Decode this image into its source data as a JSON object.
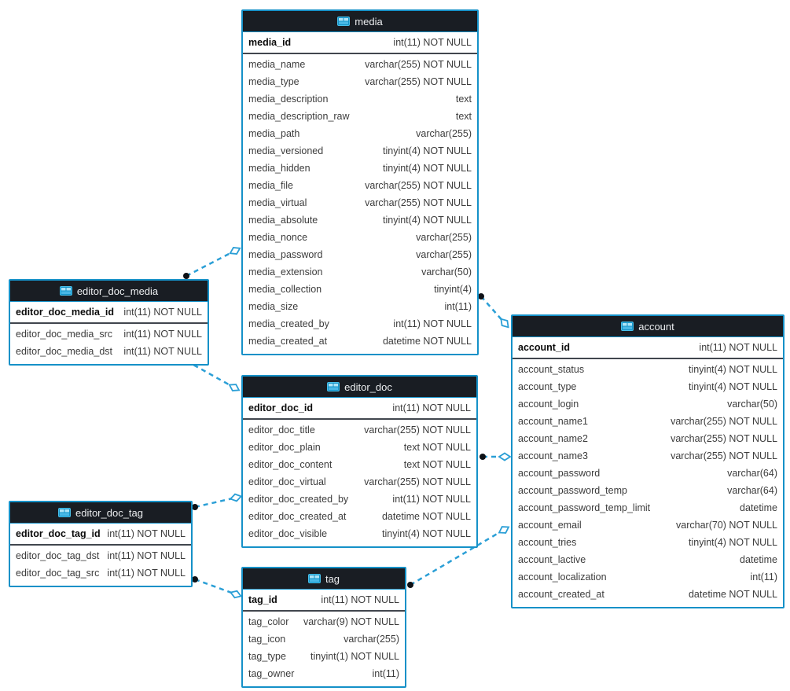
{
  "diagram": {
    "type": "database-eer-diagram",
    "background_color": "#ffffff"
  },
  "colors": {
    "table_border": "#1591c8",
    "header_background": "#191d23",
    "header_text": "#eceef0",
    "row_text": "#3c3c3c",
    "primary_key_text": "#0b0b0b",
    "connector": "#2b9fd6",
    "icon_blue": "#49c0ea"
  },
  "tables": {
    "media": {
      "title": "media",
      "icon": "table-grid-icon",
      "primary_key": {
        "name": "media_id",
        "type": "int(11) NOT NULL"
      },
      "fields": [
        {
          "name": "media_name",
          "type": "varchar(255) NOT NULL"
        },
        {
          "name": "media_type",
          "type": "varchar(255) NOT NULL"
        },
        {
          "name": "media_description",
          "type": "text"
        },
        {
          "name": "media_description_raw",
          "type": "text"
        },
        {
          "name": "media_path",
          "type": "varchar(255)"
        },
        {
          "name": "media_versioned",
          "type": "tinyint(4) NOT NULL"
        },
        {
          "name": "media_hidden",
          "type": "tinyint(4) NOT NULL"
        },
        {
          "name": "media_file",
          "type": "varchar(255) NOT NULL"
        },
        {
          "name": "media_virtual",
          "type": "varchar(255) NOT NULL"
        },
        {
          "name": "media_absolute",
          "type": "tinyint(4) NOT NULL"
        },
        {
          "name": "media_nonce",
          "type": "varchar(255)"
        },
        {
          "name": "media_password",
          "type": "varchar(255)"
        },
        {
          "name": "media_extension",
          "type": "varchar(50)"
        },
        {
          "name": "media_collection",
          "type": "tinyint(4)"
        },
        {
          "name": "media_size",
          "type": "int(11)"
        },
        {
          "name": "media_created_by",
          "type": "int(11) NOT NULL"
        },
        {
          "name": "media_created_at",
          "type": "datetime NOT NULL"
        }
      ]
    },
    "editor_doc_media": {
      "title": "editor_doc_media",
      "icon": "table-grid-icon",
      "primary_key": {
        "name": "editor_doc_media_id",
        "type": "int(11) NOT NULL"
      },
      "fields": [
        {
          "name": "editor_doc_media_src",
          "type": "int(11) NOT NULL"
        },
        {
          "name": "editor_doc_media_dst",
          "type": "int(11) NOT NULL"
        }
      ]
    },
    "editor_doc": {
      "title": "editor_doc",
      "icon": "table-grid-icon",
      "primary_key": {
        "name": "editor_doc_id",
        "type": "int(11) NOT NULL"
      },
      "fields": [
        {
          "name": "editor_doc_title",
          "type": "varchar(255) NOT NULL"
        },
        {
          "name": "editor_doc_plain",
          "type": "text NOT NULL"
        },
        {
          "name": "editor_doc_content",
          "type": "text NOT NULL"
        },
        {
          "name": "editor_doc_virtual",
          "type": "varchar(255) NOT NULL"
        },
        {
          "name": "editor_doc_created_by",
          "type": "int(11) NOT NULL"
        },
        {
          "name": "editor_doc_created_at",
          "type": "datetime NOT NULL"
        },
        {
          "name": "editor_doc_visible",
          "type": "tinyint(4) NOT NULL"
        }
      ]
    },
    "editor_doc_tag": {
      "title": "editor_doc_tag",
      "icon": "table-grid-icon",
      "primary_key": {
        "name": "editor_doc_tag_id",
        "type": "int(11) NOT NULL"
      },
      "fields": [
        {
          "name": "editor_doc_tag_dst",
          "type": "int(11) NOT NULL"
        },
        {
          "name": "editor_doc_tag_src",
          "type": "int(11) NOT NULL"
        }
      ]
    },
    "tag": {
      "title": "tag",
      "icon": "table-grid-icon",
      "primary_key": {
        "name": "tag_id",
        "type": "int(11) NOT NULL"
      },
      "fields": [
        {
          "name": "tag_color",
          "type": "varchar(9) NOT NULL"
        },
        {
          "name": "tag_icon",
          "type": "varchar(255)"
        },
        {
          "name": "tag_type",
          "type": "tinyint(1) NOT NULL"
        },
        {
          "name": "tag_owner",
          "type": "int(11)"
        }
      ]
    },
    "account": {
      "title": "account",
      "icon": "table-grid-icon",
      "primary_key": {
        "name": "account_id",
        "type": "int(11) NOT NULL"
      },
      "fields": [
        {
          "name": "account_status",
          "type": "tinyint(4) NOT NULL"
        },
        {
          "name": "account_type",
          "type": "tinyint(4) NOT NULL"
        },
        {
          "name": "account_login",
          "type": "varchar(50)"
        },
        {
          "name": "account_name1",
          "type": "varchar(255) NOT NULL"
        },
        {
          "name": "account_name2",
          "type": "varchar(255) NOT NULL"
        },
        {
          "name": "account_name3",
          "type": "varchar(255) NOT NULL"
        },
        {
          "name": "account_password",
          "type": "varchar(64)"
        },
        {
          "name": "account_password_temp",
          "type": "varchar(64)"
        },
        {
          "name": "account_password_temp_limit",
          "type": "datetime"
        },
        {
          "name": "account_email",
          "type": "varchar(70) NOT NULL"
        },
        {
          "name": "account_tries",
          "type": "tinyint(4) NOT NULL"
        },
        {
          "name": "account_lactive",
          "type": "datetime"
        },
        {
          "name": "account_localization",
          "type": "int(11)"
        },
        {
          "name": "account_created_at",
          "type": "datetime NOT NULL"
        }
      ]
    }
  },
  "relationships": [
    {
      "from": "editor_doc_media",
      "to": "media",
      "line_style": "dashed",
      "from_marker": "dot",
      "to_marker": "diamond"
    },
    {
      "from": "editor_doc_media",
      "to": "editor_doc",
      "line_style": "dashed",
      "from_marker": "dot",
      "to_marker": "diamond"
    },
    {
      "from": "media",
      "to": "account",
      "line_style": "dashed",
      "from_marker": "dot",
      "to_marker": "diamond"
    },
    {
      "from": "editor_doc",
      "to": "account",
      "line_style": "dashed",
      "from_marker": "dot",
      "to_marker": "diamond"
    },
    {
      "from": "editor_doc_tag",
      "to": "editor_doc",
      "line_style": "dashed",
      "from_marker": "dot",
      "to_marker": "diamond"
    },
    {
      "from": "editor_doc_tag",
      "to": "tag",
      "line_style": "dashed",
      "from_marker": "dot",
      "to_marker": "diamond"
    },
    {
      "from": "tag",
      "to": "account",
      "line_style": "dashed",
      "from_marker": "dot",
      "to_marker": "diamond"
    }
  ]
}
